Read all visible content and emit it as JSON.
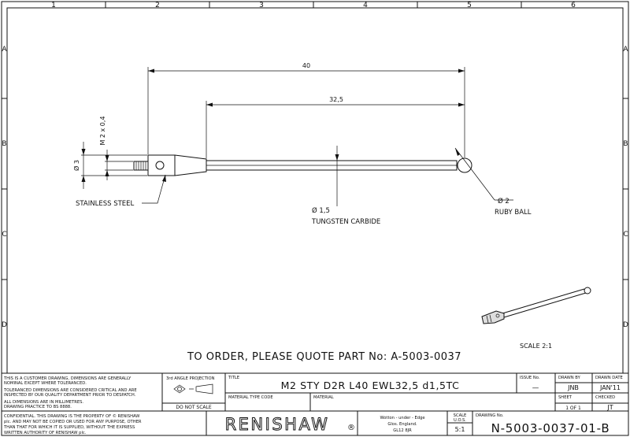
{
  "grid": {
    "columns": [
      "1",
      "2",
      "3",
      "4",
      "5",
      "6"
    ],
    "rows": [
      "A",
      "B",
      "C",
      "D"
    ]
  },
  "drawing": {
    "dim_overall": "40",
    "dim_stem": "32,5",
    "dim_thread": "M 2 x 0,4",
    "dim_body_dia": "Ø 3",
    "dim_stem_dia": "Ø 1,5",
    "dim_ball_dia": "Ø 2",
    "label_body_material": "STAINLESS STEEL",
    "label_stem_material": "TUNGSTEN CARBIDE",
    "label_ball_material": "RUBY BALL",
    "scale_note": "SCALE 2:1",
    "order_note": "TO ORDER, PLEASE QUOTE PART No: A-5003-0037"
  },
  "title_block": {
    "note1a": "THIS IS A CUSTOMER DRAWING, DIMENSIONS ARE GENERALLY",
    "note1b": "NOMINAL EXCEPT WHERE TOLERANCED.",
    "note2a": "TOLERANCED DIMENSIONS ARE CONSIDERED CRITICAL AND ARE",
    "note2b": "INSPECTED BY OUR QUALITY DEPARTMENT PRIOR TO DESPATCH.",
    "note3a": "ALL DIMENSIONS ARE IN MILLIMETRES.",
    "note3b": "DRAWING PRACTICE TO BS 8888.",
    "projection_label": "3rd ANGLE PROJECTION",
    "do_not_scale": "DO NOT SCALE",
    "title_label": "TITLE",
    "title": "M2 STY D2R L40 EWL32,5 d1,5TC",
    "issue_label": "ISSUE No.",
    "issue_value": "—",
    "drawn_by_label": "DRAWN BY",
    "drawn_by": "JNB",
    "drawn_date_label": "DRAWN DATE",
    "drawn_date": "JAN'11",
    "material_type_label": "MATERIAL TYPE CODE",
    "material_label": "MATERIAL",
    "sheet_label": "SHEET",
    "sheet_value": "1 OF 1",
    "checked_label": "CHECKED",
    "checked_value": "JT",
    "confidential_a": "CONFIDENTIAL. THIS DRAWING IS THE PROPERTY OF © RENISHAW",
    "confidential_b": "plc. AND MAY NOT BE COPIED OR USED FOR ANY PURPOSE, OTHER",
    "confidential_c": "THAN THAT FOR WHICH IT IS SUPPLIED, WITHOUT THE EXPRESS",
    "confidential_d": "WRITTEN AUTHORITY OF RENISHAW plc.",
    "company": "RENISHAW",
    "company_mark": "®",
    "address_a": "Wotton - under - Edge",
    "address_b": "Glos. England.",
    "address_c": "GL12 8JR",
    "scale_label": "SCALE",
    "scale_units": "U.O.S.",
    "scale_value": "5:1",
    "drawing_no_label": "DRAWING No.",
    "drawing_no": "N-5003-0037-01-B"
  }
}
